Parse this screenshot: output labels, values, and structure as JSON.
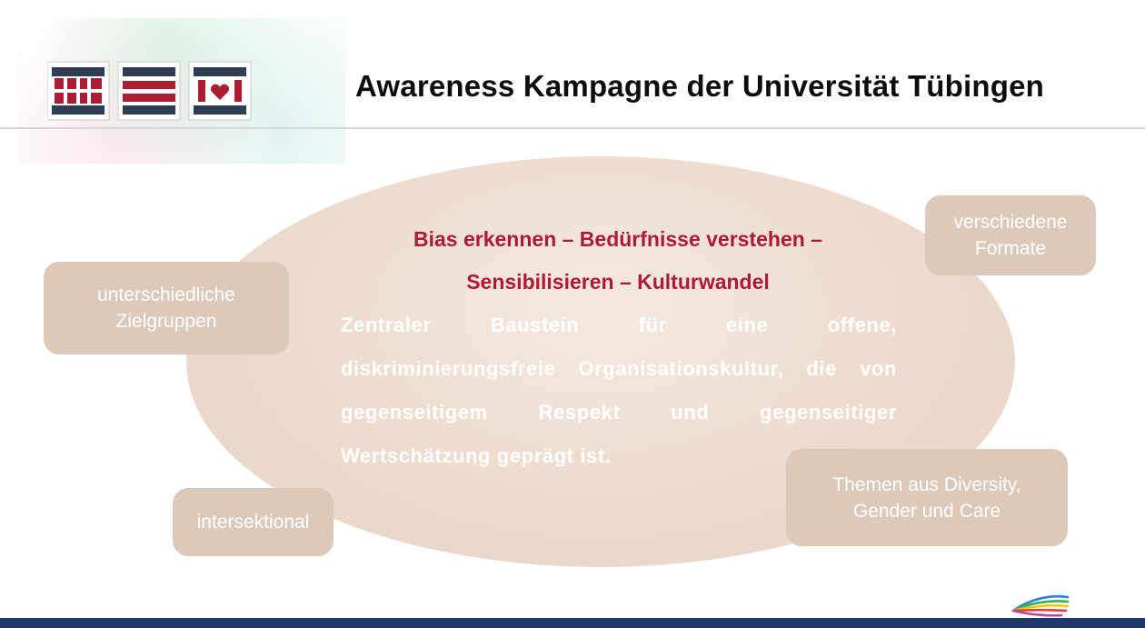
{
  "slide": {
    "title": "Awareness Kampagne der Universität Tübingen"
  },
  "ellipse": {
    "heading": [
      "Bias erkennen – Bedürfnisse verstehen –",
      "Sensibilisieren – Kulturwandel"
    ],
    "body": "Zentraler Baustein für eine offene, diskriminierungsfreie Organisationskultur, die von gegenseitigem Respekt und gegenseitiger Wertschätzung geprägt ist."
  },
  "badges": [
    {
      "id": "target-groups",
      "label": "unterschiedliche Zielgruppen"
    },
    {
      "id": "formats",
      "label": "verschiedene Formate"
    },
    {
      "id": "intersectional",
      "label": "intersektional"
    },
    {
      "id": "topics",
      "label": "Themen aus Diversity, Gender und Care"
    }
  ],
  "icons": {
    "university_logo": "university-tuebingen-diversity-logo-tiles",
    "rainbow_logo": "rainbow-swoosh-logo"
  },
  "colors": {
    "accent_red": "#ae1a33",
    "navy": "#223a5e",
    "ellipse_beige": "#ead9cb",
    "badge_beige": "#dcc9b9",
    "body_text": "#ffffff",
    "title_text": "#0d0d0d",
    "footer_navy": "#1f3968"
  }
}
